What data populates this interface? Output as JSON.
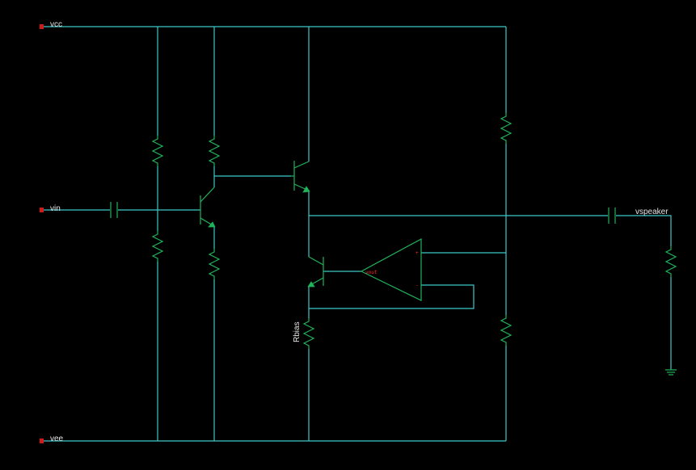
{
  "pins": {
    "vcc": "vcc",
    "vin": "vin",
    "vee": "vee",
    "vspeaker": "vspeaker"
  },
  "labels": {
    "rbias": "Rbias"
  },
  "opamp": {
    "out_label": "vout",
    "plus": "+",
    "minus": "-"
  },
  "colors": {
    "background": "#000000",
    "wire": "#3cc8c8",
    "component": "#1fb35a",
    "pin_marker": "#d11a1a",
    "label": "#e6e6e6"
  }
}
